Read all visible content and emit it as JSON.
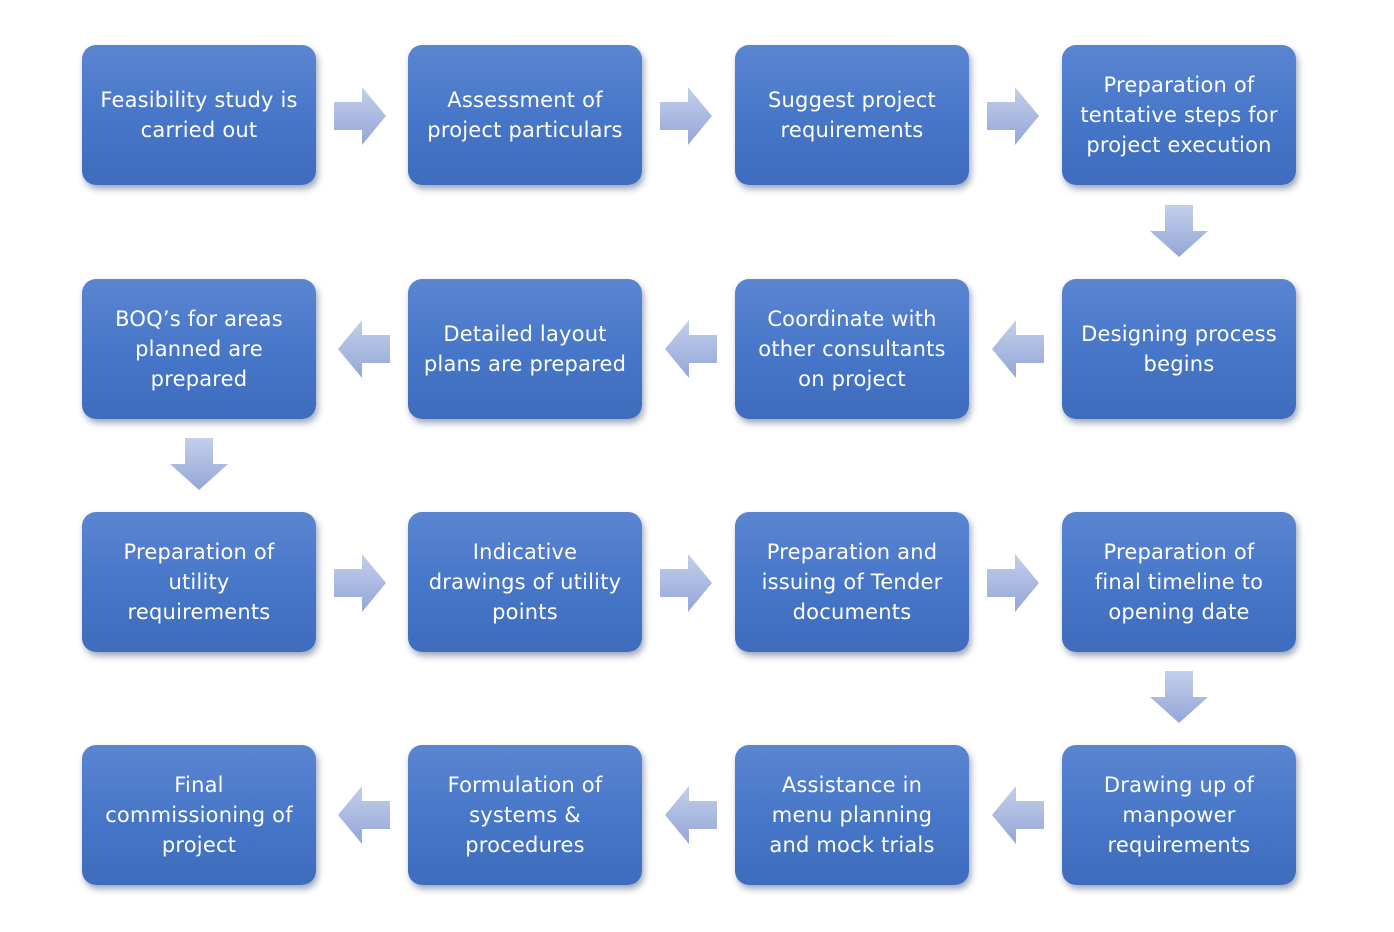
{
  "steps": [
    "Feasibility study is\ncarried out",
    "Assessment of\nproject particulars",
    "Suggest project\nrequirements",
    "Preparation of\ntentative steps for\nproject execution",
    "Designing process\nbegins",
    "Coordinate with\nother consultants\non project",
    "Detailed layout\nplans are prepared",
    "BOQ’s for areas\nplanned are\nprepared",
    "Preparation of\nutility\nrequirements",
    "Indicative\ndrawings of utility\npoints",
    "Preparation and\nissuing of  Tender\ndocuments",
    "Preparation of\nfinal timeline to\nopening date",
    "Drawing up of\nmanpower\nrequirements",
    "Assistance in\nmenu planning\nand mock trials",
    "Formulation of\nsystems &\nprocedures",
    "Final\ncommissioning of\nproject"
  ],
  "colors": {
    "box": "#4676c8",
    "box_text": "#ffffff",
    "arrow": "#a9b8de"
  }
}
